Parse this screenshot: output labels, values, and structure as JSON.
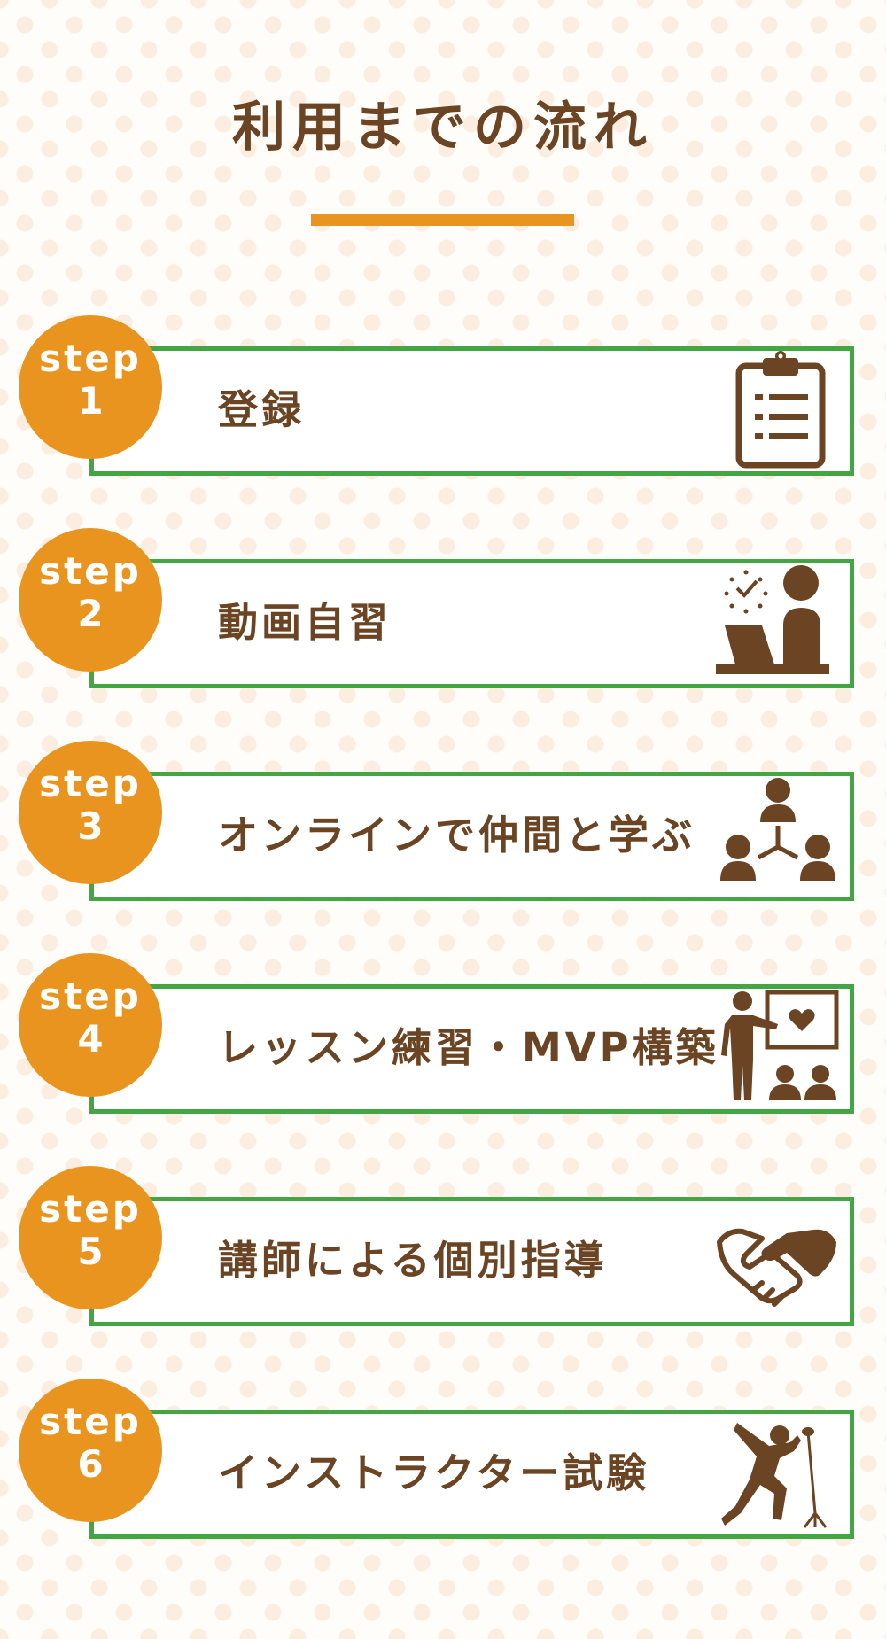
{
  "page": {
    "title": "利用までの流れ",
    "accent_color": "#e8941f",
    "border_color": "#44a544",
    "text_color": "#6b4423"
  },
  "steps": [
    {
      "word": "step",
      "number": "1",
      "label": "登録",
      "icon": "clipboard-icon"
    },
    {
      "word": "step",
      "number": "2",
      "label": "動画自習",
      "icon": "laptop-study-icon"
    },
    {
      "word": "step",
      "number": "3",
      "label": "オンラインで仲間と学ぶ",
      "icon": "group-network-icon"
    },
    {
      "word": "step",
      "number": "4",
      "label": "レッスン練習・MVP構築",
      "icon": "presentation-icon"
    },
    {
      "word": "step",
      "number": "5",
      "label": "講師による個別指導",
      "icon": "handshake-icon"
    },
    {
      "word": "step",
      "number": "6",
      "label": "インストラクター試験",
      "icon": "singer-microphone-icon"
    }
  ]
}
